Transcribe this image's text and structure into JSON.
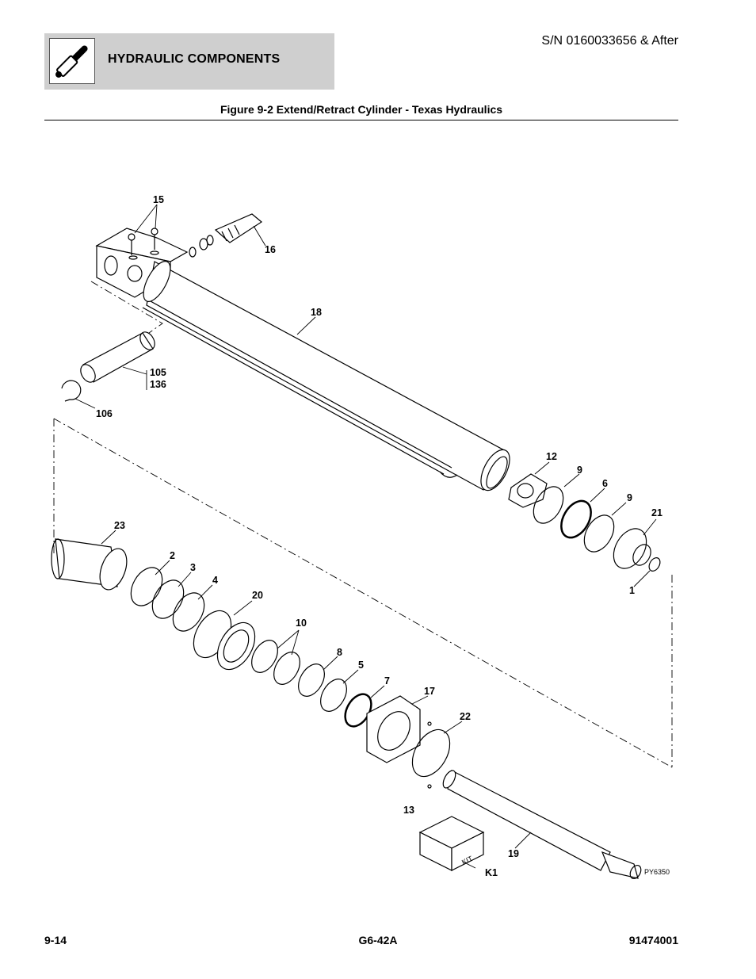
{
  "header": {
    "section_title": "HYDRAULIC COMPONENTS",
    "serial": "S/N 0160033656 & After",
    "icon": "hydraulic-cylinder-icon"
  },
  "figure": {
    "title": "Figure 9-2 Extend/Retract Cylinder - Texas Hydraulics",
    "drawing_id": "PY6350",
    "kit_label": "KIT",
    "callouts": {
      "c15": "15",
      "c16": "16",
      "c18": "18",
      "c105": "105",
      "c136": "136",
      "c106": "106",
      "c12": "12",
      "c9a": "9",
      "c6": "6",
      "c9b": "9",
      "c21": "21",
      "c1": "1",
      "c23": "23",
      "c2": "2",
      "c3": "3",
      "c4": "4",
      "c20": "20",
      "c10": "10",
      "c8": "8",
      "c5": "5",
      "c7": "7",
      "c17": "17",
      "c22": "22",
      "c13": "13",
      "c19": "19",
      "cK1": "K1"
    }
  },
  "footer": {
    "page": "9-14",
    "model": "G6-42A",
    "part_number": "91474001"
  }
}
